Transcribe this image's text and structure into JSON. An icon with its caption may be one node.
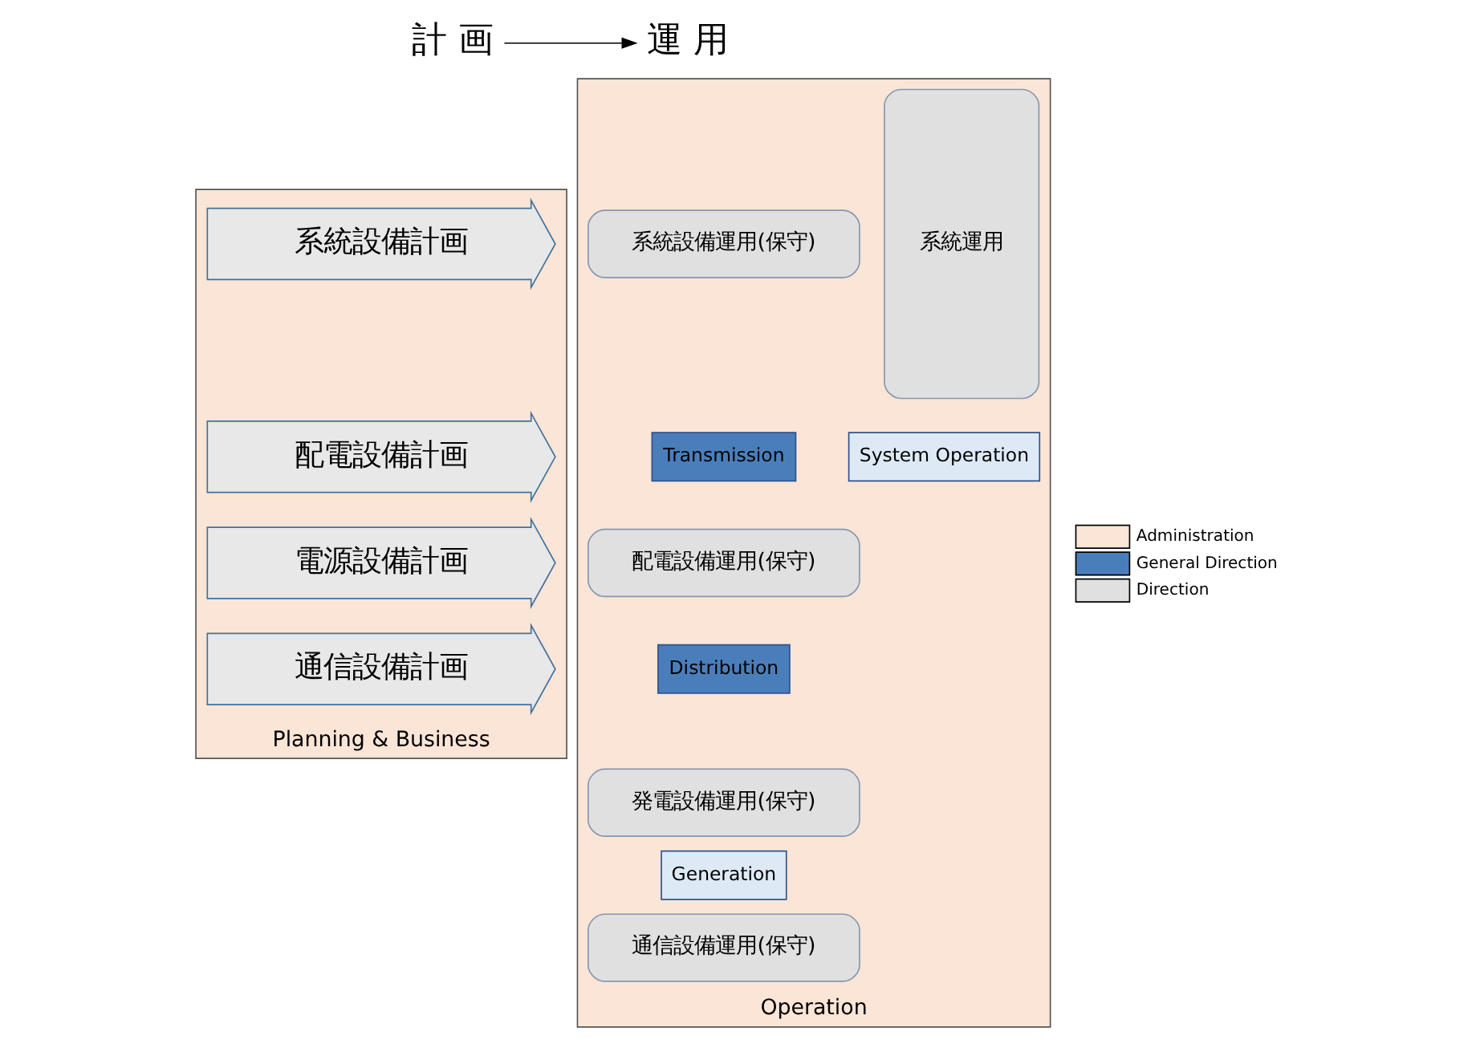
{
  "diagram": {
    "nodes": [
      {
        "text": [
          "計 画"
        ]
      },
      {
        "text": [
          "運 用"
        ]
      },
      {
        "text": [
          "Planning & Business"
        ]
      },
      {
        "text": [
          "系統設備計画"
        ],
        "in": 2
      },
      {
        "text": [
          "配電設備計画"
        ],
        "in": 2
      },
      {
        "text": [
          "電源設備計画"
        ],
        "in": 2
      },
      {
        "text": [
          "通信設備計画"
        ],
        "in": 2
      },
      {
        "text": [
          "Operation"
        ]
      },
      {
        "text": [
          "系統設備運用(保守)"
        ],
        "in": 7
      },
      {
        "text": [
          "Transmission"
        ],
        "in": 7
      },
      {
        "text": [
          "配電設備運用(保守)"
        ],
        "in": 7
      },
      {
        "text": [
          "Distribution"
        ],
        "in": 7
      },
      {
        "text": [
          "発電設備運用(保守)"
        ],
        "in": 7
      },
      {
        "text": [
          "Generation"
        ],
        "in": 7
      },
      {
        "text": [
          "通信設備運用(保守)"
        ],
        "in": 7
      },
      {
        "text": [
          "系統運用"
        ],
        "in": 7
      },
      {
        "text": [
          "System Operation"
        ],
        "in": 7
      }
    ],
    "edges": [
      {
        "from": 0,
        "to": 1,
        "arrow": "to"
      }
    ],
    "legend": [
      {
        "text": "Administration",
        "color": "#fbe5d6"
      },
      {
        "text": "General Direction",
        "color": "#4a7ebb"
      },
      {
        "text": "Direction",
        "color": "#e0e0e0"
      }
    ]
  }
}
